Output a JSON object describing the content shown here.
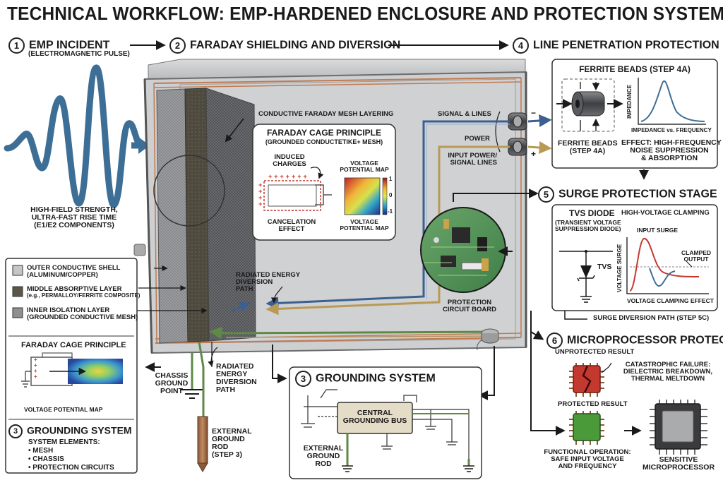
{
  "title": "TECHNICAL WORKFLOW: EMP-HARDENED ENCLOSURE AND PROTECTION SYSTEM",
  "steps": {
    "s1": {
      "num": "1",
      "label": "EMP INCIDENT",
      "sub": "(ELECTROMAGNETIC PULSE)"
    },
    "s2": {
      "num": "2",
      "label": "FARADAY SHIELDING AND DIVERSION"
    },
    "s4": {
      "num": "4",
      "label": "LINE PENETRATION PROTECTION"
    },
    "s5": {
      "num": "5",
      "label": "SURGE PROTECTION STAGE"
    },
    "s6": {
      "num": "6",
      "label": "MICROPROCESSOR PROTECTION"
    },
    "s3": {
      "num": "3",
      "label": "GROUNDING SYSTEM"
    }
  },
  "emp": {
    "desc": [
      "HIGH-FIELD STRENGTH,",
      "ULTRA-FAST RISE TIME",
      "(E1/E2 COMPONENTS)"
    ]
  },
  "enclosure": {
    "mesh_label": "CONDUCTIVE FARADAY MESH LAYERING",
    "signal_lines": "SIGNAL & LINES",
    "power": "POWER",
    "input_power": [
      "INPUT POWER/",
      "SIGNAL LINES"
    ],
    "radiated_energy": [
      "RADIATED ENERGY",
      "DIVERSION",
      "PATH"
    ],
    "pcb_label": [
      "PROTECTION",
      "CIRCUIT BOARD"
    ]
  },
  "faraday_inset": {
    "title": "FARADAY CAGE PRINCIPLE",
    "subtitle": "(GROUNDED CONDUCTETIKE+ MESH)",
    "induced": [
      "INDUCED",
      "CHARGES"
    ],
    "cancelation": [
      "CANCELATION",
      "EFFECT"
    ],
    "vmap_top": [
      "VOLTAGE",
      "POTENTIAL MAP"
    ],
    "vmap_bottom": [
      "VOLTAGE",
      "POTENTIAL MAP"
    ],
    "scale": [
      "1",
      "0",
      "-1"
    ]
  },
  "legend": {
    "layers": [
      {
        "name": [
          "OUTER CONDUCTIVE SHELL",
          "(ALUMINUM/COPPER)"
        ],
        "color": "#c4c6c8"
      },
      {
        "name": [
          "MIDDLE ABSORPTIVE LAYER",
          "(e.g., PERMALLOY/FERRITE COMPOSITE)"
        ],
        "color": "#5a5648"
      },
      {
        "name": [
          "INNER ISOLATION LAYER",
          "(GROUNDED CONDUCTIVE MESH)"
        ],
        "color": "#8e8f91"
      }
    ],
    "faraday_title": "FARADAY CAGE PRINCIPLE",
    "faraday_caption": "VOLTAGE POTENTIAL MAP",
    "grounding_title": "GROUNDING SYSTEM",
    "grounding_num": "3",
    "elements_title": "SYSTEM ELEMENTS:",
    "elements": [
      "• MESH",
      "• CHASSIS",
      "• PROTECTION CIRCUITS"
    ]
  },
  "ground": {
    "chassis_point": [
      "CHASSIS",
      "GROUND",
      "POINT"
    ],
    "radiated": [
      "RADIATED",
      "ENERGY",
      "DIVERSION",
      "PATH"
    ],
    "external_rod": [
      "EXTERNAL",
      "GROUND",
      "ROD",
      "(STEP 3)"
    ]
  },
  "grounding_panel": {
    "bus": [
      "CENTRAL",
      "GROUNDING BUS"
    ],
    "ext_rod": [
      "EXTERNAL",
      "GROUND",
      "ROD"
    ]
  },
  "ferrite": {
    "title": "FERRITE BEADS (STEP 4A)",
    "bead_label": [
      "FERRITE BEADS",
      "(STEP 4A)"
    ],
    "impedance": "IMPEDANCE",
    "imp_freq": "IMPEDANCE vs. FREQUENCY",
    "effect": [
      "EFFECT: HIGH-FREQUENCY",
      "NOISE SUPPRESSION",
      "& ABSORPTION"
    ]
  },
  "tvs": {
    "title": "TVS DIODE",
    "sub": [
      "(TRANSIENT VOLTAGE",
      "SUPPRESSION DIODE)"
    ],
    "hv": "HIGH-VOLTAGE CLAMPING",
    "input_surge": "INPUT SURGE",
    "clamped": [
      "CLAMPED",
      "OUTPUT"
    ],
    "tvs_label": "TVS",
    "voltage_surge": "VOLTAGE SURGE",
    "clamping_effect": "VOLTAGE CLAMPING EFFECT",
    "diversion": "SURGE DIVERSION PATH (STEP 5C)"
  },
  "micro": {
    "unprotected": "UNPROTECTED RESULT",
    "failure": [
      "CATASTROPHIC FAILURE:",
      "DIELECTRIC BREAKDOWN,",
      "THERMAL MELTDOWN"
    ],
    "protected": "PROTECTED RESULT",
    "functional": [
      "FUNCTIONAL OPERATION:",
      "SAFE INPUT VOLTAGE",
      "AND FREQUENCY"
    ],
    "sensitive": [
      "SENSITIVE",
      "MICROPROCESSOR"
    ]
  },
  "colors": {
    "wave": "#3d6e96",
    "signal_line": "#3c5f8f",
    "power_line": "#b89a55",
    "ground_line": "#5e8a45",
    "copper": "#c07b52",
    "enclosure": "#c8cacc",
    "chip_red": "#c4392f",
    "chip_green": "#4a9a3a"
  }
}
